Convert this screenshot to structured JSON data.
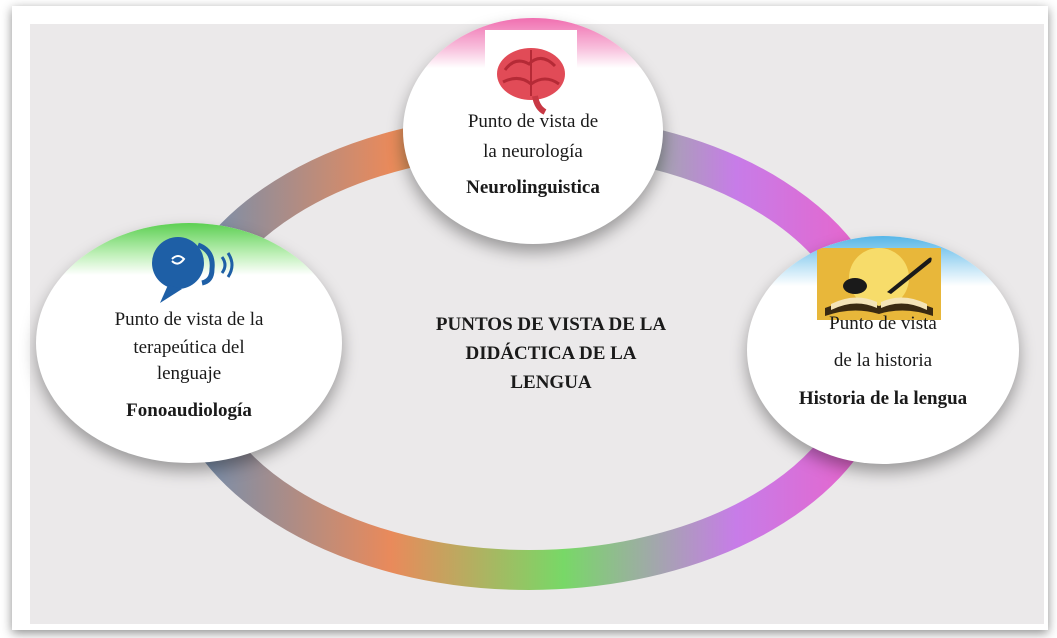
{
  "center": {
    "line1": "PUNTOS DE VISTA DE LA",
    "line2": "DIDÁCTICA DE LA",
    "line3": "LENGUA"
  },
  "nodes": {
    "neuro": {
      "line1": "Punto de vista de",
      "line2": "la neurología",
      "title": "Neurolinguistica",
      "icon": "brain-icon",
      "accent": "#f06fb0"
    },
    "fono": {
      "line1": "Punto de vista de la",
      "line2": "terapeútica del",
      "line3": "lenguaje",
      "title": "Fonoaudiología",
      "icon": "speaking-head-icon",
      "accent": "#5ccf52"
    },
    "historia": {
      "line1": "Punto de vista",
      "line2": "de la historia",
      "title": "Historia de la lengua",
      "icon": "book-quill-icon",
      "accent": "#56b6e8"
    }
  },
  "ring_colors": [
    "#6c8fb4",
    "#e98a5b",
    "#78d867",
    "#c77ce8",
    "#ea63c9"
  ]
}
